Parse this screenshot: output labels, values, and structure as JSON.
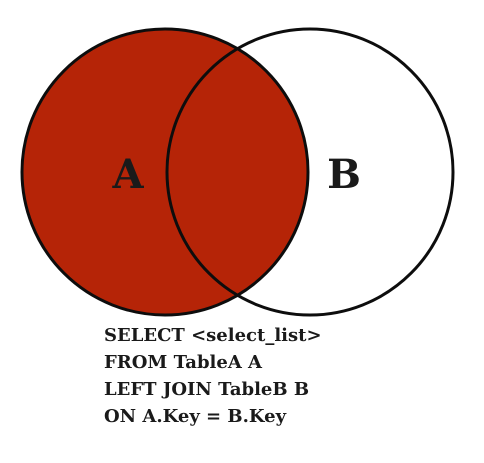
{
  "diagram": {
    "set_a_label": "A",
    "set_b_label": "B",
    "colors": {
      "fill_a": "#b52407",
      "stroke": "#0d0d0d",
      "fill_b": "#ffffff"
    }
  },
  "sql": {
    "lines": [
      "SELECT <select_list>",
      "FROM TableA A",
      "LEFT JOIN TableB B",
      "ON A.Key = B.Key"
    ]
  }
}
